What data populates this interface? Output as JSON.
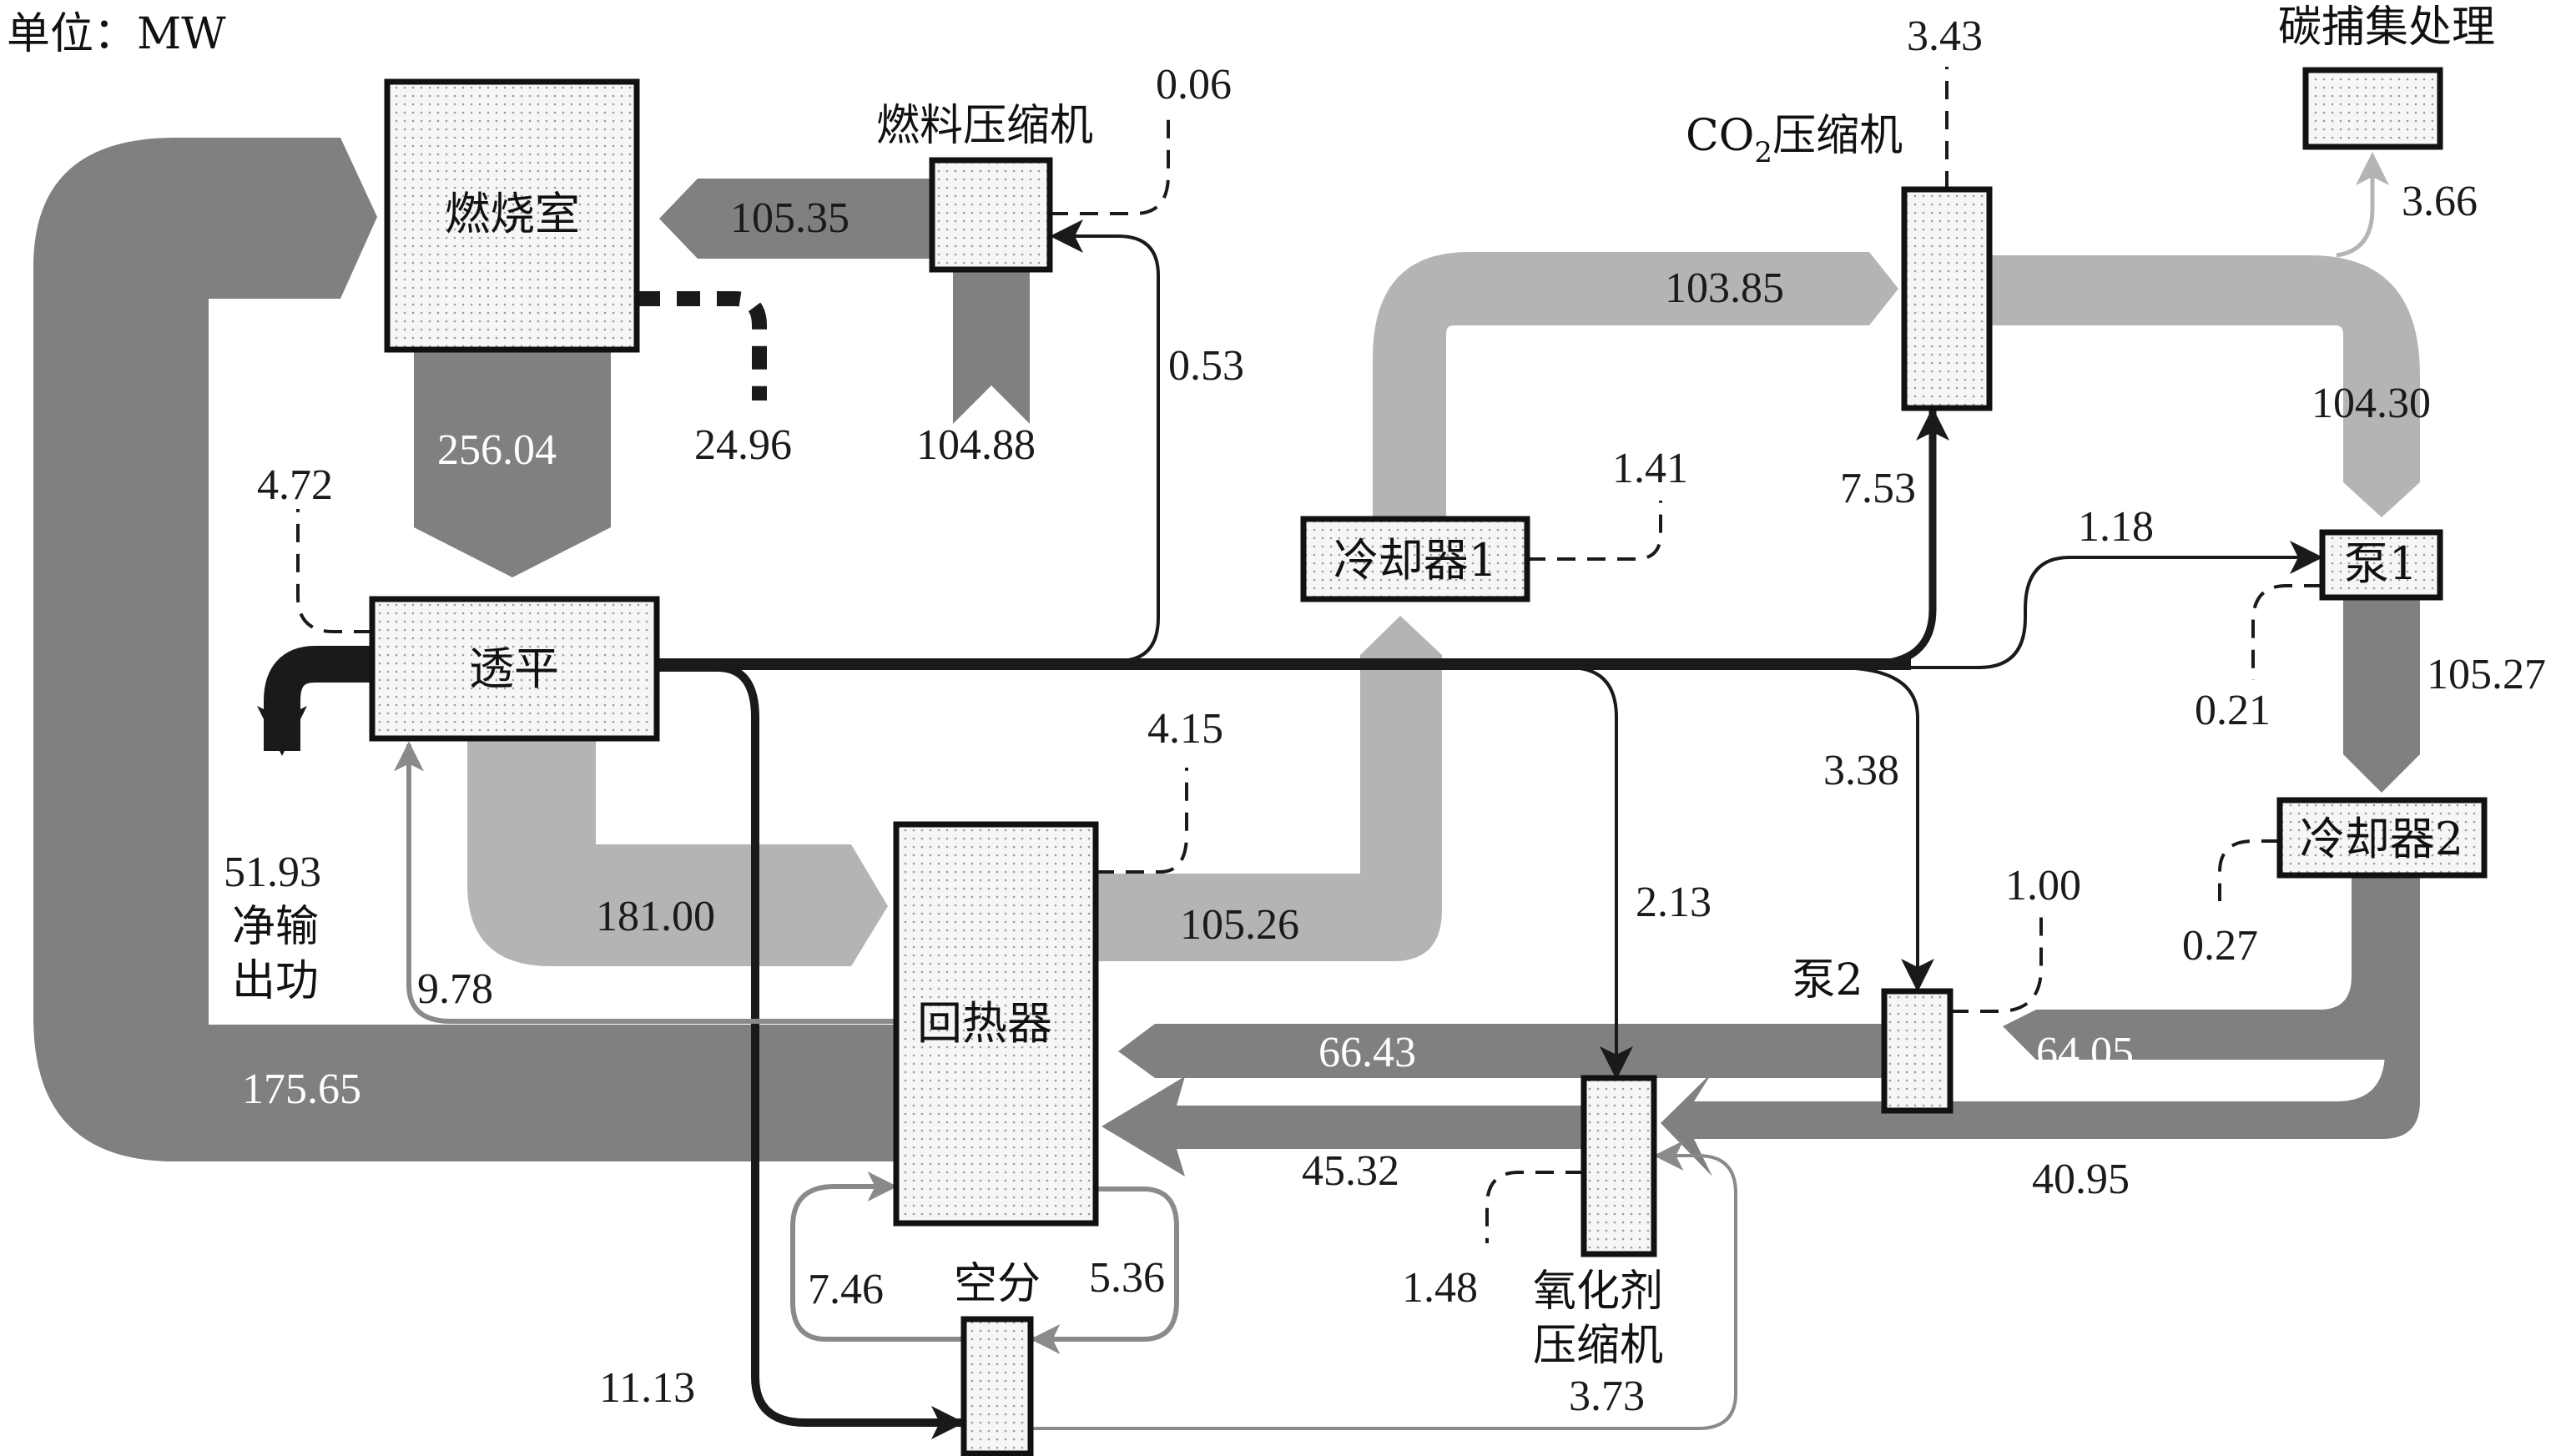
{
  "unit_label": "单位：MW",
  "nodes": {
    "combustor": "燃烧室",
    "fuel_compressor": "燃料压缩机",
    "turbine": "透平",
    "recuperator": "回热器",
    "co2_compressor_prefix": "CO",
    "co2_compressor_sub": "2",
    "co2_compressor_suffix": "压缩机",
    "carbon_capture": "碳捕集处理",
    "cooler1": "冷却器1",
    "pump1": "泵1",
    "cooler2": "冷却器2",
    "pump2": "泵2",
    "oxidant_compressor_line1": "氧化剂",
    "oxidant_compressor_line2": "压缩机",
    "asu": "空分",
    "net_output_line1": "净输",
    "net_output_line2": "出功"
  },
  "colors": {
    "dark_flow": "#808080",
    "light_flow": "#b4b4b4",
    "work_flow": "#1a1a1a",
    "thin_gray": "#8a8a8a",
    "box_fill": "#f4f4f4"
  },
  "flows": [
    {
      "id": "recycle_to_combustor",
      "from": "回热器",
      "to": "燃烧室",
      "value": "175.65"
    },
    {
      "id": "fuel_to_combustor",
      "from": "燃料压缩机",
      "to": "燃烧室",
      "value": "105.35"
    },
    {
      "id": "fuel_input",
      "from": "外部",
      "to": "燃料压缩机",
      "value": "104.88"
    },
    {
      "id": "fuel_comp_loss",
      "from": "燃料压缩机",
      "to": "损失",
      "value": "0.06"
    },
    {
      "id": "combustor_loss",
      "from": "燃烧室",
      "to": "损失",
      "value": "24.96"
    },
    {
      "id": "combustor_to_turbine",
      "from": "燃烧室",
      "to": "透平",
      "value": "256.04"
    },
    {
      "id": "turbine_loss",
      "from": "透平",
      "to": "损失",
      "value": "4.72"
    },
    {
      "id": "net_work",
      "from": "透平",
      "to": "净输出功",
      "value": "51.93"
    },
    {
      "id": "turbine_to_recuperator",
      "from": "透平",
      "to": "回热器",
      "value": "181.00"
    },
    {
      "id": "work_to_fuel_comp",
      "from": "透平",
      "to": "燃料压缩机",
      "value": "0.53"
    },
    {
      "id": "recuperator_loss",
      "from": "回热器",
      "to": "损失",
      "value": "4.15"
    },
    {
      "id": "recuperator_to_cooler1",
      "from": "回热器",
      "to": "冷却器1",
      "value": "105.26"
    },
    {
      "id": "cooler1_loss",
      "from": "冷却器1",
      "to": "损失",
      "value": "1.41"
    },
    {
      "id": "cooler1_to_co2comp",
      "from": "冷却器1",
      "to": "CO2压缩机",
      "value": "103.85"
    },
    {
      "id": "co2comp_loss",
      "from": "CO2压缩机",
      "to": "损失",
      "value": "3.43"
    },
    {
      "id": "work_to_co2comp",
      "from": "透平",
      "to": "CO2压缩机",
      "value": "7.53"
    },
    {
      "id": "co2_to_capture",
      "from": "CO2压缩机",
      "to": "碳捕集处理",
      "value": "3.66"
    },
    {
      "id": "co2comp_to_pump1",
      "from": "CO2压缩机",
      "to": "泵1",
      "value": "104.30"
    },
    {
      "id": "work_to_pump1",
      "from": "透平",
      "to": "泵1",
      "value": "1.18"
    },
    {
      "id": "pump1_loss",
      "from": "泵1",
      "to": "损失",
      "value": "0.21"
    },
    {
      "id": "pump1_to_cooler2",
      "from": "泵1",
      "to": "冷却器2",
      "value": "105.27"
    },
    {
      "id": "cooler2_loss",
      "from": "冷却器2",
      "to": "损失",
      "value": "0.27"
    },
    {
      "id": "work_to_pump2",
      "from": "透平",
      "to": "泵2",
      "value": "3.38"
    },
    {
      "id": "pump2_loss",
      "from": "泵2",
      "to": "损失",
      "value": "1.00"
    },
    {
      "id": "cooler2_to_pump2",
      "from": "冷却器2",
      "to": "泵2",
      "value": "64.05"
    },
    {
      "id": "pump2_to_recuperator",
      "from": "泵2",
      "to": "回热器",
      "value": "66.43"
    },
    {
      "id": "work_to_oxcomp",
      "from": "透平",
      "to": "氧化剂压缩机",
      "value": "2.13"
    },
    {
      "id": "cooler2_to_oxcomp",
      "from": "冷却器2",
      "to": "氧化剂压缩机",
      "value": "40.95"
    },
    {
      "id": "oxcomp_to_recuperator",
      "from": "氧化剂压缩机",
      "to": "回热器",
      "value": "45.32"
    },
    {
      "id": "oxcomp_loss",
      "from": "氧化剂压缩机",
      "to": "损失",
      "value": "1.48"
    },
    {
      "id": "asu_to_oxcomp",
      "from": "空分",
      "to": "氧化剂压缩机",
      "value": "3.73"
    },
    {
      "id": "work_to_asu",
      "from": "透平",
      "to": "空分",
      "value": "11.13"
    },
    {
      "id": "asu_to_recuperator",
      "from": "空分",
      "to": "回热器",
      "value": "7.46"
    },
    {
      "id": "recuperator_to_asu",
      "from": "回热器",
      "to": "空分",
      "value": "5.36"
    },
    {
      "id": "recuperator_to_turbine",
      "from": "回热器",
      "to": "透平",
      "value": "9.78"
    }
  ]
}
